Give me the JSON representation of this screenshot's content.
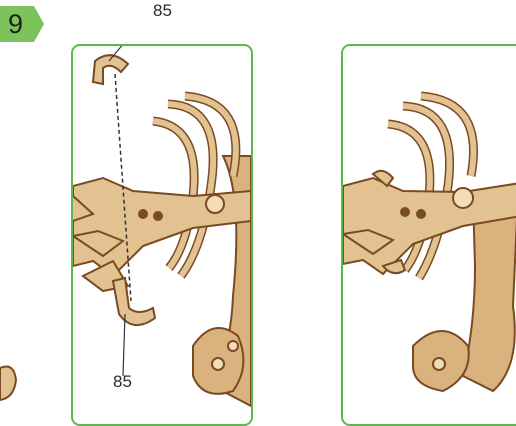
{
  "step": {
    "number": "9"
  },
  "callouts": {
    "top_part": "85",
    "bottom_part": "85"
  },
  "colors": {
    "frame": "#5cb84a",
    "badge": "#7cc35b",
    "wood_light": "#e3c292",
    "wood_mid": "#cfa06a",
    "wood_edge": "#7a4a22"
  },
  "icons": [
    "step-badge-icon",
    "wooden-part-85-icon",
    "ballista-model-icon"
  ]
}
